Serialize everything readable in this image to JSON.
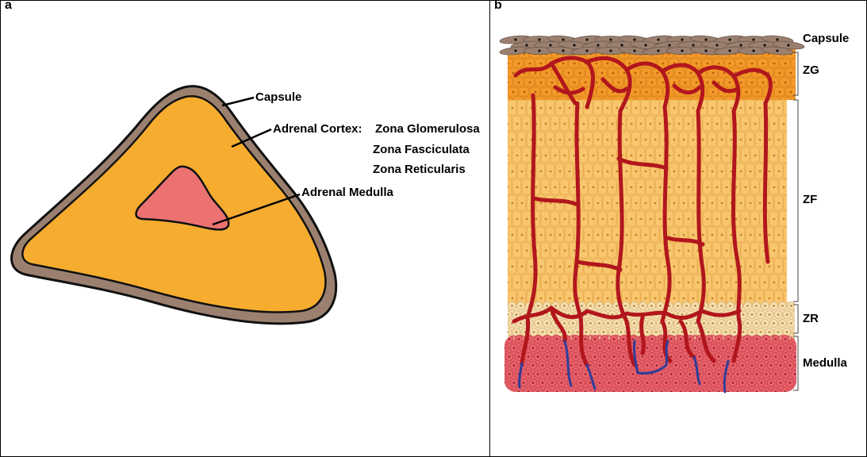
{
  "panels": {
    "a": {
      "letter": "a",
      "labels": {
        "capsule": "Capsule",
        "cortex_prefix": "Adrenal Cortex:",
        "zona_glomerulosa": "Zona Glomerulosa",
        "zona_fasciculata": "Zona Fasciculata",
        "zona_reticularis": "Zona Reticularis",
        "medulla": "Adrenal Medulla"
      }
    },
    "b": {
      "letter": "b",
      "labels": {
        "capsule": "Capsule",
        "zg": "ZG",
        "zf": "ZF",
        "zr": "ZR",
        "medulla": "Medulla"
      }
    }
  },
  "colors": {
    "capsule": "#9b8070",
    "cortex": "#f6ac2f",
    "medulla": "#ec7272",
    "zg_cells": "#f39a2a",
    "zf_cells": "#f8c66e",
    "zr_cells": "#f6dfb0",
    "medulla_cells": "#e9616b",
    "vessel": "#b2161d",
    "vein": "#2f3d9a"
  }
}
